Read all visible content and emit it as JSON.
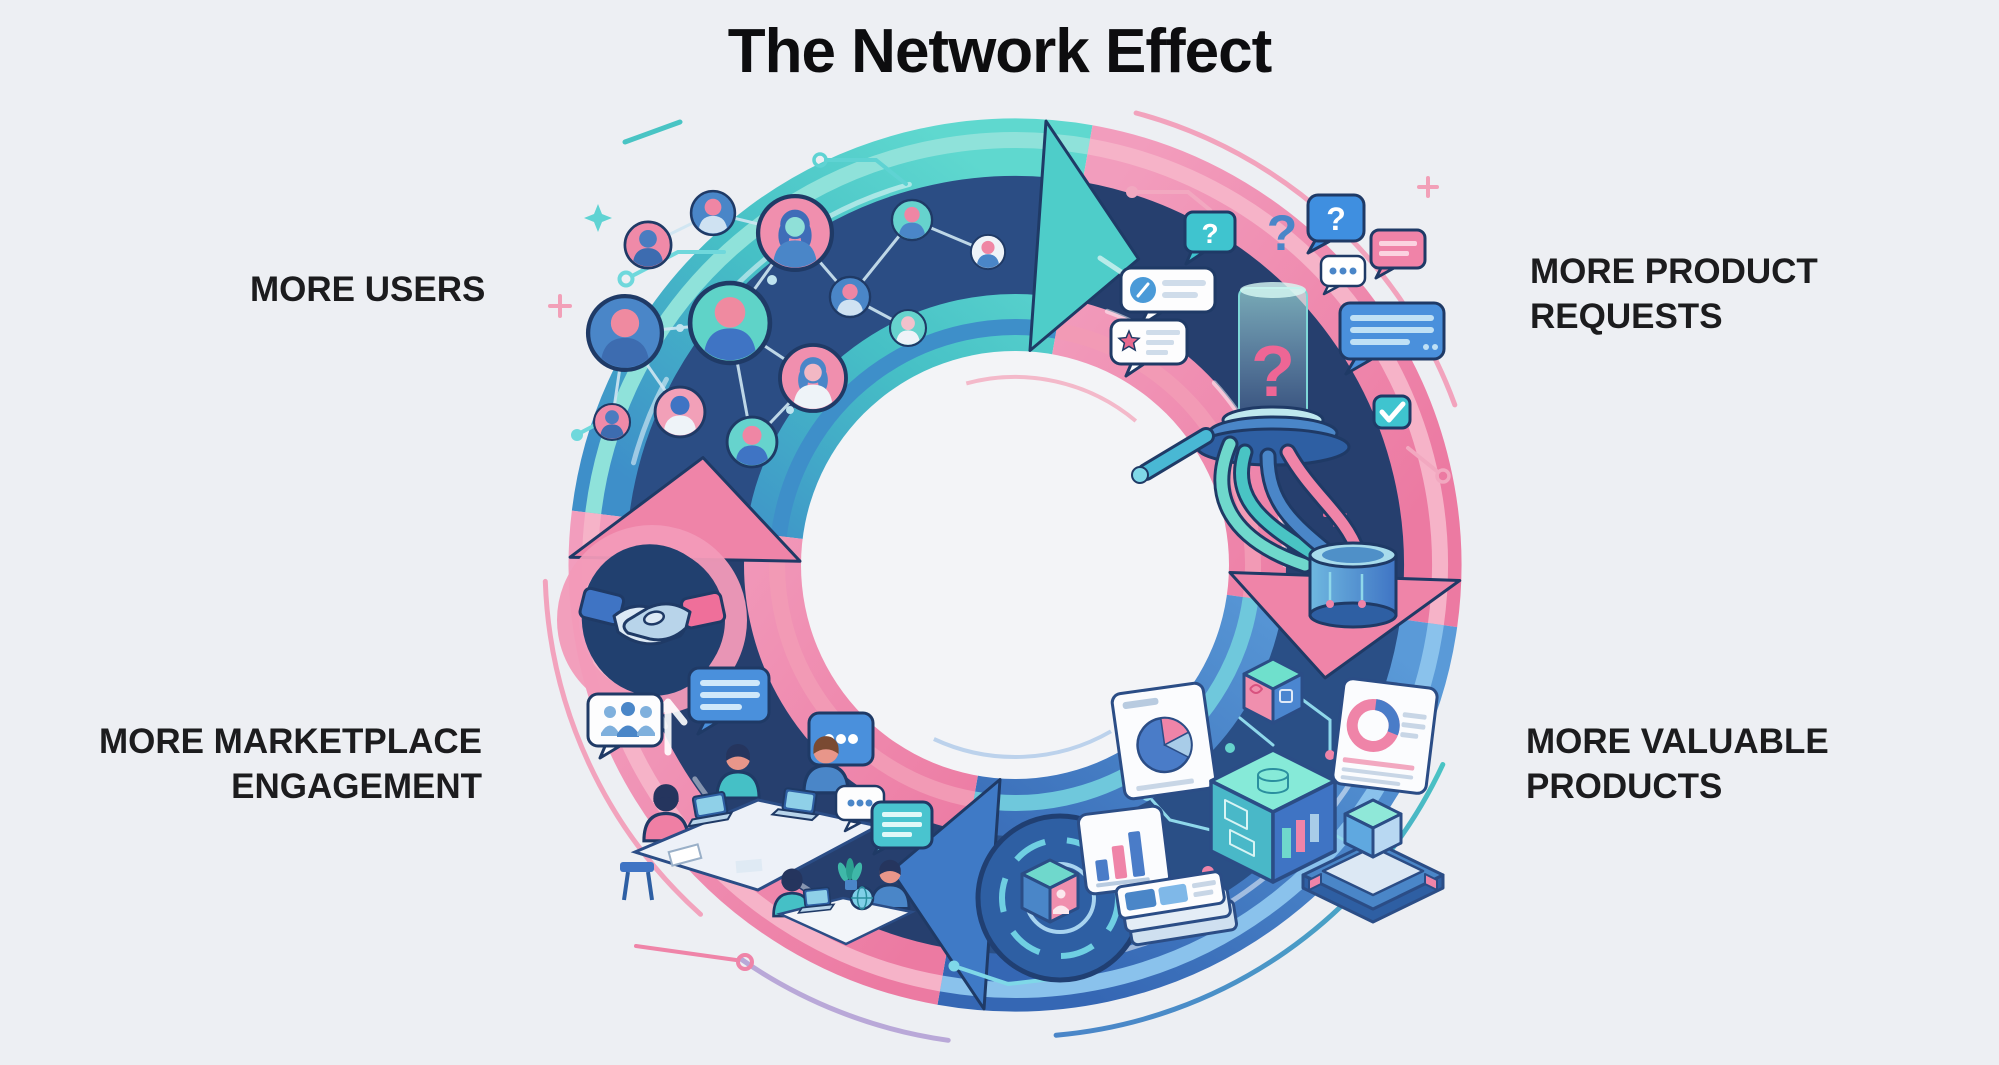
{
  "title": "The Network Effect",
  "labels": {
    "top_left": {
      "line1": "MORE USERS",
      "line2": ""
    },
    "top_right": {
      "line1": "MORE PRODUCT",
      "line2": "REQUESTS"
    },
    "bottom_left": {
      "line1": "MORE MARKETPLACE",
      "line2": "ENGAGEMENT"
    },
    "bottom_right": {
      "line1": "MORE VALUABLE",
      "line2": "PRODUCTS"
    }
  },
  "glyphs": {
    "question_mark": "?"
  },
  "cycle_steps": [
    {
      "order": 1,
      "label": "MORE USERS",
      "position": "top-left",
      "segment_theme": "teal-blue",
      "icons": [
        "user-avatar-network",
        "circuit-traces",
        "sparkles"
      ]
    },
    {
      "order": 2,
      "label": "MORE PRODUCT REQUESTS",
      "position": "top-right",
      "segment_theme": "pink-navy",
      "icons": [
        "question-bubbles",
        "chat-bubbles",
        "request-beacon",
        "check-bubble",
        "pipes-collector"
      ]
    },
    {
      "order": 3,
      "label": "MORE VALUABLE PRODUCTS",
      "position": "bottom-right",
      "segment_theme": "blue-navy",
      "icons": [
        "analytics-card-pie",
        "analytics-card-donut",
        "bar-chart-card",
        "3d-cubes",
        "documents-stack",
        "product-platform"
      ]
    },
    {
      "order": 4,
      "label": "MORE MARKETPLACE ENGAGEMENT",
      "position": "bottom-left",
      "segment_theme": "pink-navy",
      "icons": [
        "handshake",
        "team-meeting-table",
        "chat-bubbles",
        "people-bubble"
      ]
    }
  ],
  "flow_direction": "clockwise",
  "palette": {
    "background": "#edeff3",
    "title_text": "#0d0d0f",
    "label_text": "#1c1c1e",
    "teal": "#47c3c7",
    "light_teal": "#8fe2da",
    "blue": "#3f7ac6",
    "light_blue": "#9fc4e8",
    "navy_band": "#294a7c",
    "outline_navy": "#1f3a66",
    "pink": "#ee7fa4",
    "light_pink": "#f2a3bd",
    "card_white": "#fbfcfe",
    "inner_hole": "#f3f4f7"
  }
}
